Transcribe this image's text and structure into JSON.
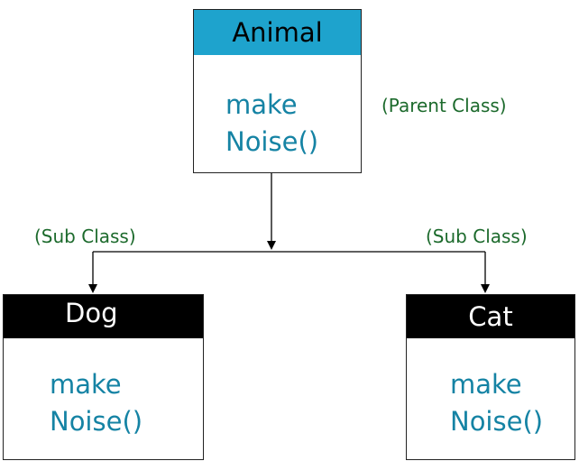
{
  "parent_class": {
    "name": "Animal",
    "method_lines": [
      "make",
      "Noise()"
    ],
    "annotation": "(Parent Class)",
    "header_color": "#1ea3cd"
  },
  "subclasses": [
    {
      "name": "Dog",
      "method_lines": [
        "make",
        "Noise()"
      ],
      "annotation": "(Sub Class)",
      "header_color": "#000000"
    },
    {
      "name": "Cat",
      "method_lines": [
        "make",
        "Noise()"
      ],
      "annotation": "(Sub Class)",
      "header_color": "#000000"
    }
  ],
  "colors": {
    "method_text": "#1583a4",
    "annotation_text": "#1c6a2c",
    "connector": "#000000"
  }
}
